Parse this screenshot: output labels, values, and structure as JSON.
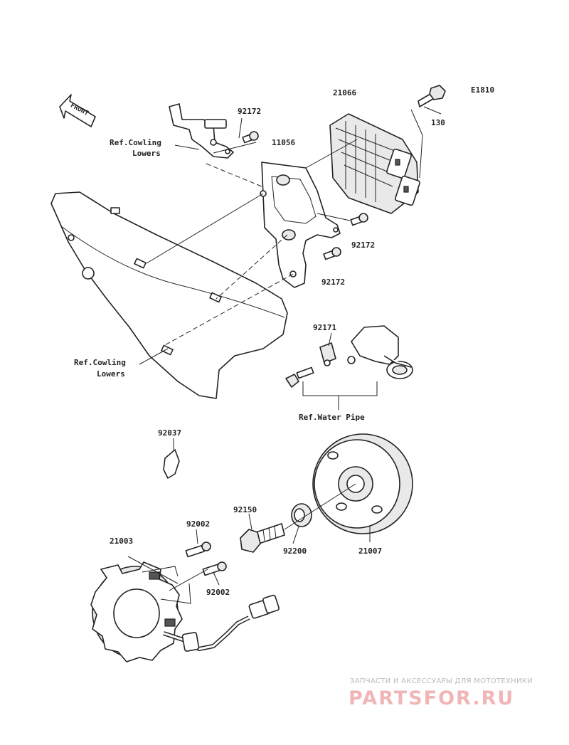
{
  "diagram_code": "E1810",
  "front_label": "FRONT",
  "labels": {
    "p21066": "21066",
    "p130": "130",
    "p92172_a": "92172",
    "p11056": "11056",
    "p92172_b": "92172",
    "p92172_c": "92172",
    "ref_cowling_1a": "Ref.Cowling",
    "ref_cowling_1b": "Lowers",
    "ref_cowling_2a": "Ref.Cowling",
    "ref_cowling_2b": "Lowers",
    "p92171": "92171",
    "ref_water_pipe": "Ref.Water Pipe",
    "p92037": "92037",
    "p92150": "92150",
    "p92200": "92200",
    "p21007": "21007",
    "p92002_a": "92002",
    "p21003": "21003",
    "p92002_b": "92002"
  },
  "watermark": {
    "tagline": "ЗАПЧАСТИ И АКСЕССУАРЫ ДЛЯ МОТОТЕХНИКИ",
    "logo": "PARTSFOR.RU"
  }
}
